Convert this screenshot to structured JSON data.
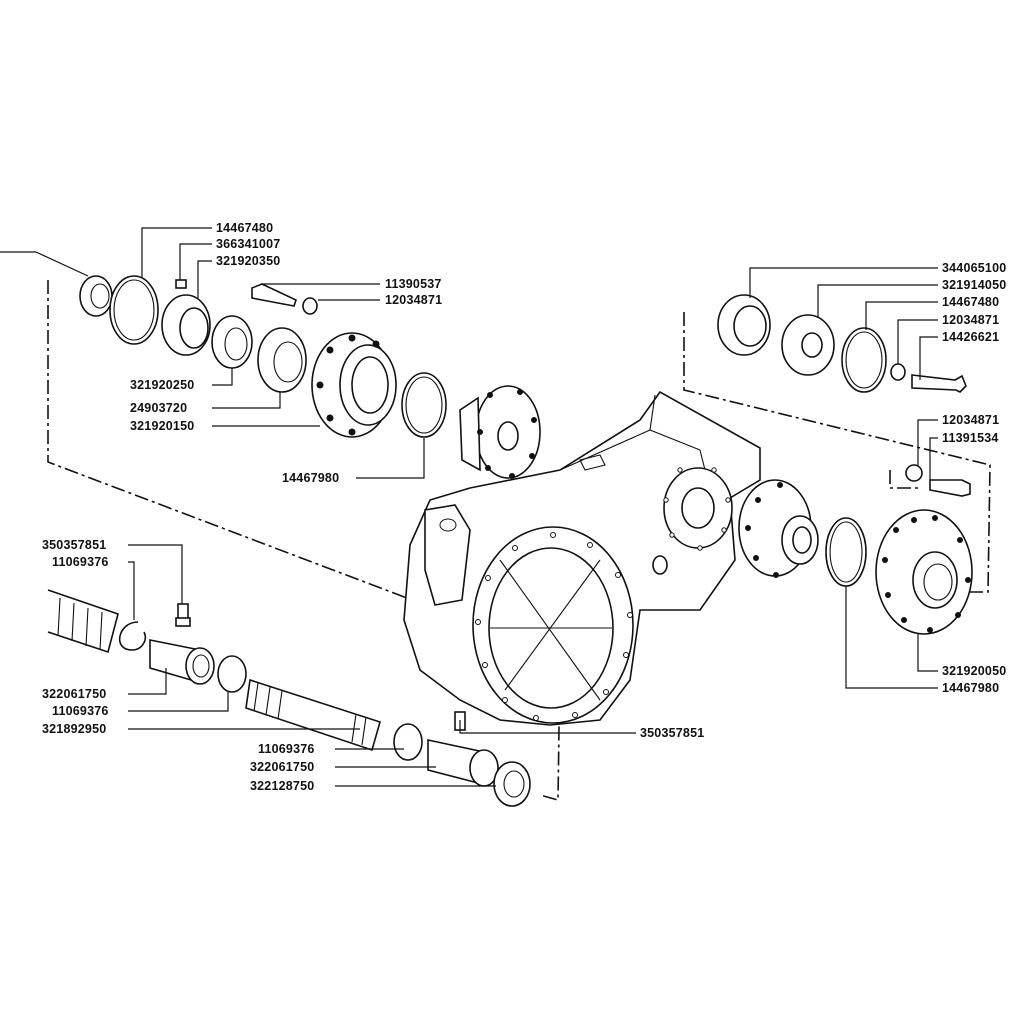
{
  "colors": {
    "ink": "#111111",
    "paper": "#ffffff"
  },
  "labels": {
    "top_left": [
      "14467480",
      "366341007",
      "321920350",
      "11390537",
      "12034871"
    ],
    "mid_left": [
      "321920250",
      "24903720",
      "321920150",
      "14467980"
    ],
    "top_right": [
      "344065100",
      "321914050",
      "14467480",
      "12034871",
      "14426621"
    ],
    "right_mid": [
      "12034871",
      "11391534"
    ],
    "right_bottom": [
      "321920050",
      "14467980"
    ],
    "bottom_left": [
      "350357851",
      "11069376",
      "322061750",
      "11069376",
      "321892950"
    ],
    "bottom_mid": [
      "11069376",
      "322061750",
      "322128750"
    ],
    "bottom_right": [
      "350357851"
    ]
  }
}
